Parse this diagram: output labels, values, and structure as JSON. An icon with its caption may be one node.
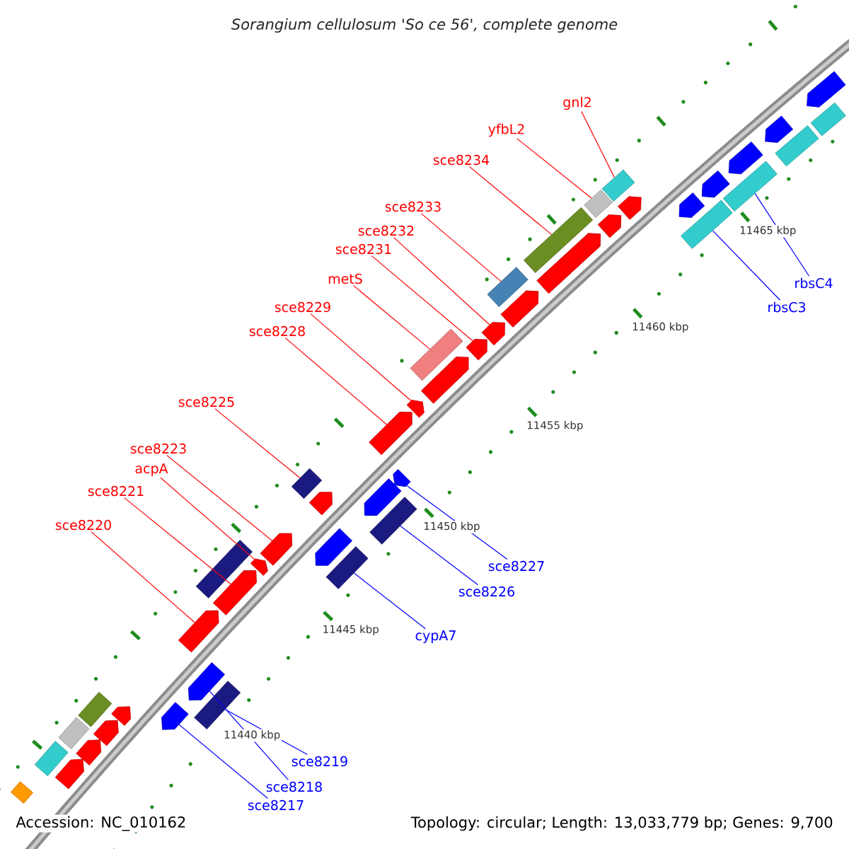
{
  "diagram": {
    "title": "Sorangium cellulosum 'So ce 56', complete genome",
    "nodes": [
      {
        "text": [
          "gnl2"
        ]
      },
      {
        "text": [
          "yfbL2"
        ]
      },
      {
        "text": [
          "sce8234"
        ]
      },
      {
        "text": [
          "sce8233"
        ]
      },
      {
        "text": [
          "sce8232"
        ]
      },
      {
        "text": [
          "sce8231"
        ]
      },
      {
        "text": [
          "metS"
        ]
      },
      {
        "text": [
          "rbsC4"
        ]
      },
      {
        "text": [
          "rbsC3"
        ]
      },
      {
        "text": [
          "sce8229"
        ]
      },
      {
        "text": [
          "sce8228"
        ]
      },
      {
        "text": [
          "sce8225"
        ]
      },
      {
        "text": [
          "sce8223"
        ]
      },
      {
        "text": [
          "acpA"
        ]
      },
      {
        "text": [
          "sce8221"
        ]
      },
      {
        "text": [
          "sce8220"
        ]
      },
      {
        "text": [
          "sce8227"
        ]
      },
      {
        "text": [
          "sce8226"
        ]
      },
      {
        "text": [
          "cypA7"
        ]
      },
      {
        "text": [
          "sce8219"
        ]
      },
      {
        "text": [
          "sce8218"
        ]
      },
      {
        "text": [
          "sce8217"
        ]
      },
      {
        "text": [],
        "shape": "pentagon"
      },
      {
        "text": [],
        "shape": "box"
      },
      {
        "text": [],
        "shape": "pentagon"
      },
      {
        "text": [],
        "shape": "box"
      },
      {
        "text": [],
        "shape": "pentagon"
      },
      {
        "text": [],
        "shape": "box"
      },
      {
        "text": [],
        "shape": "box"
      },
      {
        "text": [],
        "shape": "pentagon"
      },
      {
        "text": [],
        "shape": "box"
      },
      {
        "text": [],
        "shape": "pentagon"
      },
      {
        "text": [],
        "shape": "pentagon"
      },
      {
        "text": [],
        "shape": "box"
      },
      {
        "text": [],
        "shape": "pentagon"
      },
      {
        "text": [],
        "shape": "box"
      },
      {
        "text": [],
        "shape": "pentagon"
      },
      {
        "text": [],
        "shape": "box"
      },
      {
        "text": [],
        "shape": "pentagon"
      },
      {
        "text": [],
        "shape": "pentagon"
      },
      {
        "text": [],
        "shape": "pentagon"
      },
      {
        "text": [],
        "shape": "box"
      },
      {
        "text": [],
        "shape": "pentagon"
      },
      {
        "text": [],
        "shape": "pentagon"
      },
      {
        "text": [],
        "shape": "pentagon"
      },
      {
        "text": [],
        "shape": "box"
      },
      {
        "text": [],
        "shape": "pentagon"
      },
      {
        "text": [],
        "shape": "pentagon"
      },
      {
        "text": [],
        "shape": "pentagon"
      },
      {
        "text": [],
        "shape": "box"
      },
      {
        "text": [],
        "shape": "pentagon"
      },
      {
        "text": [],
        "shape": "pentagon"
      },
      {
        "text": [],
        "shape": "pentagon"
      },
      {
        "text": [],
        "shape": "box"
      },
      {
        "text": [],
        "shape": "box"
      },
      {
        "text": [],
        "shape": "pentagon"
      },
      {
        "text": [],
        "shape": "pentagon"
      },
      {
        "text": [],
        "shape": "pentagon"
      },
      {
        "text": [],
        "shape": "box"
      },
      {
        "text": [],
        "shape": "box"
      },
      {
        "text": [],
        "shape": "pentagon"
      },
      {
        "text": [],
        "shape": "pentagon"
      },
      {
        "text": [],
        "shape": "pentagon"
      },
      {
        "text": [],
        "shape": "box"
      },
      {
        "text": [],
        "shape": "pentagon"
      },
      {
        "text": [],
        "shape": "box"
      },
      {
        "text": [],
        "shape": "pentagon"
      },
      {
        "text": [],
        "shape": "box"
      }
    ],
    "edges": [
      {
        "from": 0,
        "to": 28,
        "arrow": "none"
      },
      {
        "from": 1,
        "to": 30,
        "arrow": "none"
      },
      {
        "from": 2,
        "to": 35,
        "arrow": "none"
      },
      {
        "from": 3,
        "to": 37,
        "arrow": "none"
      },
      {
        "from": 4,
        "to": 39,
        "arrow": "none"
      },
      {
        "from": 5,
        "to": 40,
        "arrow": "none"
      },
      {
        "from": 6,
        "to": 41,
        "arrow": "none"
      },
      {
        "from": 7,
        "to": 27,
        "arrow": "none",
        "color": "#0000ff"
      },
      {
        "from": 8,
        "to": 33,
        "arrow": "none",
        "color": "#0000ff"
      },
      {
        "from": 9,
        "to": 43,
        "arrow": "none"
      },
      {
        "from": 10,
        "to": 44,
        "arrow": "none"
      },
      {
        "from": 11,
        "to": 45,
        "arrow": "none"
      },
      {
        "from": 12,
        "to": 50,
        "arrow": "none"
      },
      {
        "from": 13,
        "to": 52,
        "arrow": "none"
      },
      {
        "from": 14,
        "to": 55,
        "arrow": "none"
      },
      {
        "from": 15,
        "to": 56,
        "arrow": "none"
      },
      {
        "from": 16,
        "to": 46,
        "arrow": "none",
        "color": "#0000ff"
      },
      {
        "from": 17,
        "to": 49,
        "arrow": "none",
        "color": "#0000ff"
      },
      {
        "from": 18,
        "to": 54,
        "arrow": "none",
        "color": "#0000ff"
      },
      {
        "from": 19,
        "to": 58,
        "arrow": "none",
        "color": "#0000ff"
      },
      {
        "from": 20,
        "to": 57,
        "arrow": "none",
        "color": "#0000ff"
      },
      {
        "from": 21,
        "to": 61,
        "arrow": "none",
        "color": "#0000ff"
      }
    ],
    "labels": [
      "11465 kbp",
      "11460 kbp",
      "11455 kbp",
      "11450 kbp",
      "11445 kbp",
      "11440 kbp",
      "Accession: NC_010162",
      "Topology: circular; Length: 13,033,779 bp; Genes: 9,700"
    ]
  }
}
